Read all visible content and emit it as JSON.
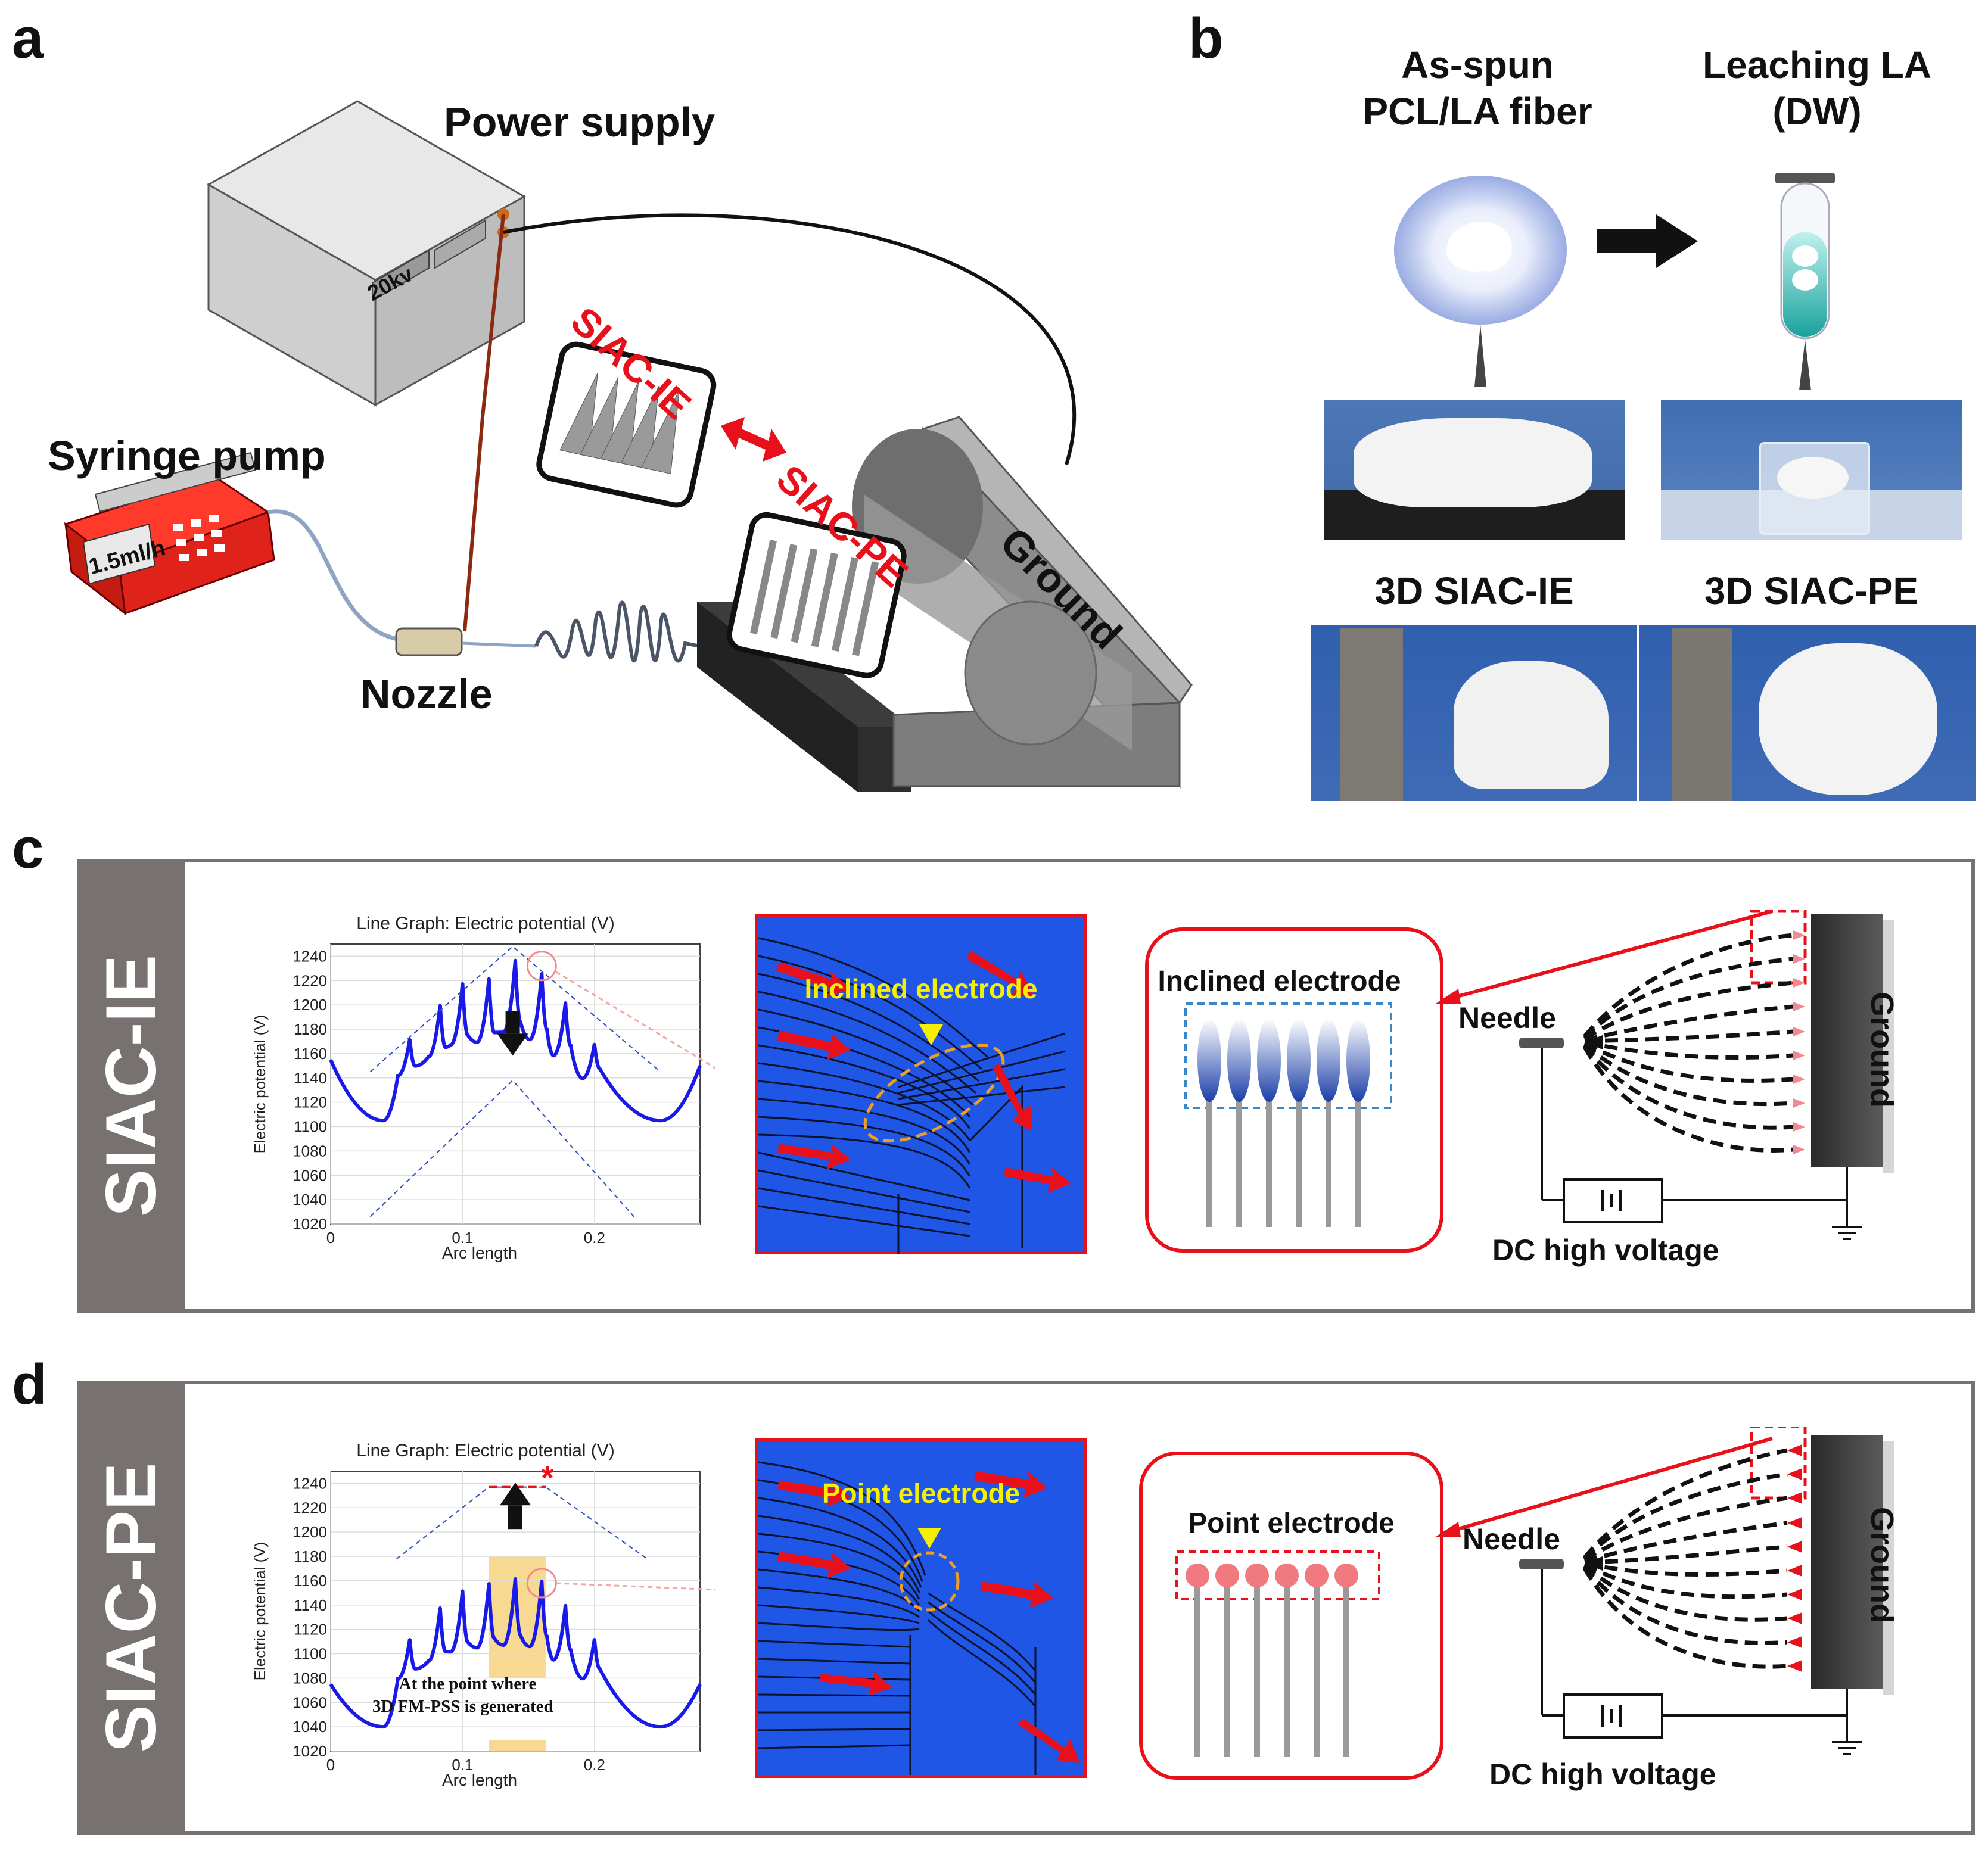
{
  "panels": {
    "a": {
      "label": "a",
      "power_supply": "Power supply",
      "voltage_display": "20kv",
      "syringe_pump": "Syringe pump",
      "flow_display": "1.5ml/h",
      "nozzle": "Nozzle",
      "ground": "Ground",
      "siac_ie": "SIAC-IE",
      "siac_pe": "SIAC-PE"
    },
    "b": {
      "label": "b",
      "as_spun_line1": "As-spun",
      "as_spun_line2": "PCL/LA fiber",
      "leaching_line1": "Leaching LA",
      "leaching_line2": "(DW)",
      "siac_ie_3d": "3D SIAC-IE",
      "siac_pe_3d": "3D SIAC-PE"
    },
    "c": {
      "label": "c",
      "side_label": "SIAC-IE",
      "sim_label": "Inclined electrode",
      "inset_label": "Inclined electrode",
      "needle": "Needle",
      "ground": "Ground",
      "dc": "DC high voltage"
    },
    "d": {
      "label": "d",
      "side_label": "SIAC-PE",
      "sim_label": "Point electrode",
      "inset_label": "Point electrode",
      "needle": "Needle",
      "ground": "Ground",
      "dc": "DC high voltage",
      "annotation_line1": "At the point where",
      "annotation_line2": "3D FM-PSS is generated",
      "star": "*"
    }
  },
  "chart_data": [
    {
      "type": "line",
      "title": "Line Graph: Electric potential (V)",
      "xlabel": "Arc length",
      "ylabel": "Electric potential (V)",
      "xlim": [
        0,
        0.28
      ],
      "ylim": [
        1020,
        1250
      ],
      "x_ticks": [
        "0",
        "0.1",
        "0.2"
      ],
      "y_ticks": [
        "1020",
        "1040",
        "1060",
        "1080",
        "1100",
        "1120",
        "1140",
        "1160",
        "1180",
        "1200",
        "1220",
        "1240"
      ],
      "grid": true,
      "peaks_x": [
        0.06,
        0.083,
        0.1,
        0.12,
        0.14,
        0.16,
        0.178,
        0.2
      ],
      "peaks_y": [
        1172,
        1200,
        1218,
        1222,
        1237,
        1226,
        1202,
        1168
      ],
      "series": [
        {
          "x": [
            0,
            0.04,
            0.25,
            0.28
          ],
          "y": [
            1155,
            1105,
            1105,
            1150
          ]
        }
      ]
    },
    {
      "type": "line",
      "title": "Line Graph: Electric potential (V)",
      "xlabel": "Arc length",
      "ylabel": "Electric potential (V)",
      "xlim": [
        0,
        0.28
      ],
      "ylim": [
        1020,
        1250
      ],
      "x_ticks": [
        "0",
        "0.1",
        "0.2"
      ],
      "y_ticks": [
        "1020",
        "1040",
        "1060",
        "1080",
        "1100",
        "1120",
        "1140",
        "1160",
        "1180",
        "1200",
        "1220",
        "1240"
      ],
      "grid": true,
      "peaks_x": [
        0.06,
        0.083,
        0.1,
        0.12,
        0.14,
        0.16,
        0.178,
        0.2
      ],
      "peaks_y": [
        1112,
        1138,
        1152,
        1158,
        1162,
        1160,
        1140,
        1112
      ],
      "series": [
        {
          "x": [
            0,
            0.04,
            0.25,
            0.28
          ],
          "y": [
            1075,
            1040,
            1040,
            1075
          ]
        }
      ]
    }
  ],
  "colors": {
    "accent_red": "#e8101a",
    "plot_blue": "#1a1ae8",
    "sim_blue": "#1f56e6",
    "yellow": "#f4f000",
    "highlight": "#f7d27e"
  }
}
